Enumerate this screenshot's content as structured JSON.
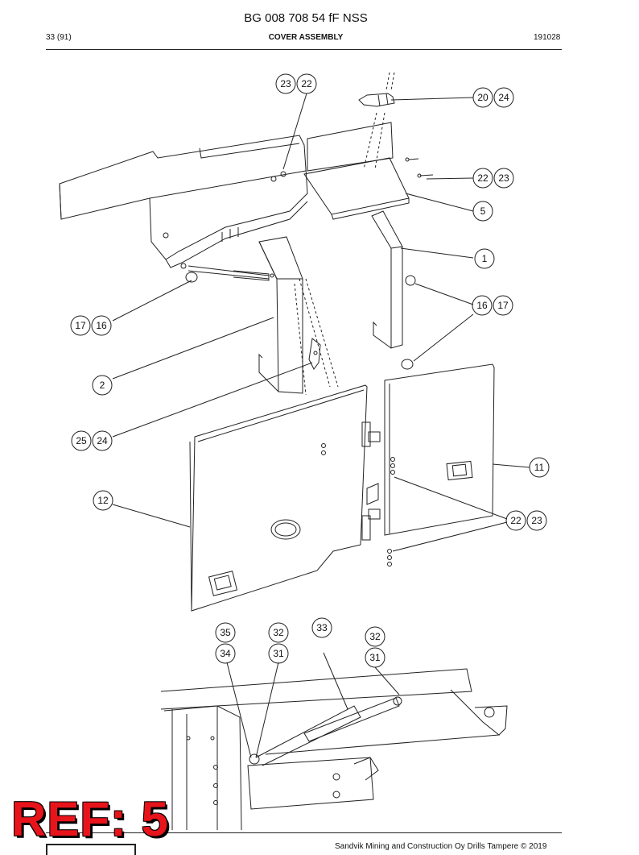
{
  "header": {
    "doc_number": "BG 008 708 54 fF NSS",
    "page": "33 (91)",
    "section_title": "COVER ASSEMBLY",
    "date_code": "191028"
  },
  "footer": {
    "copyright": "Sandvik Mining and Construction Oy Drills Tampere © 2019"
  },
  "ref_label": "REF: 5",
  "callouts": {
    "c23a": "23",
    "c22a": "22",
    "c20": "20",
    "c24a": "24",
    "c22b": "22",
    "c23b": "23",
    "c5": "5",
    "c1": "1",
    "c16a": "16",
    "c17a": "17",
    "c17b": "17",
    "c16b": "16",
    "c2": "2",
    "c25": "25",
    "c24b": "24",
    "c11": "11",
    "c12": "12",
    "c22c": "22",
    "c23c": "23",
    "c35": "35",
    "c34": "34",
    "c32a": "32",
    "c31a": "31",
    "c33": "33",
    "c32b": "32",
    "c31b": "31"
  },
  "colors": {
    "ref_red": "#e8141b",
    "line": "#222222"
  }
}
